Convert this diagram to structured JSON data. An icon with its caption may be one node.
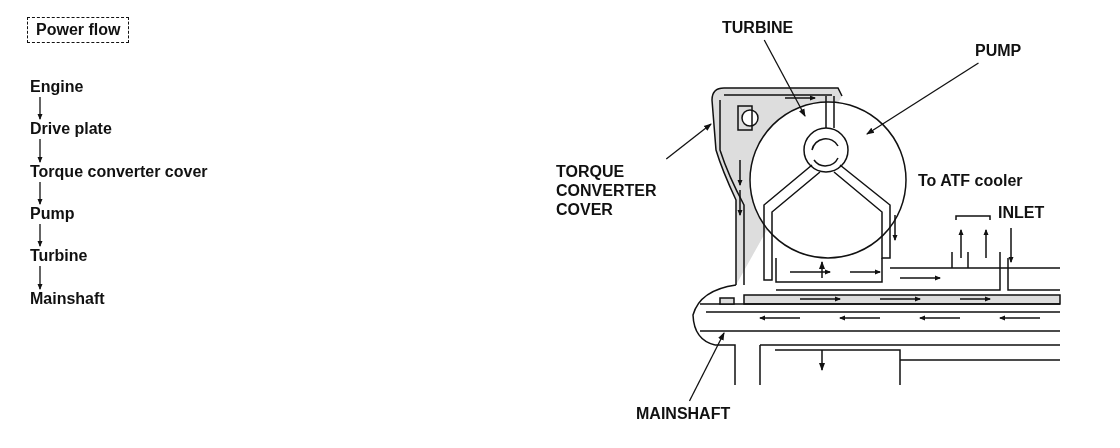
{
  "diagram": {
    "title": "Power flow",
    "nodes": [
      {
        "text": [
          "Engine"
        ]
      },
      {
        "text": [
          "Drive plate"
        ]
      },
      {
        "text": [
          "Torque converter cover"
        ]
      },
      {
        "text": [
          "Pump"
        ]
      },
      {
        "text": [
          "Turbine"
        ]
      },
      {
        "text": [
          "Mainshaft"
        ]
      },
      {
        "text": [
          "TURBINE"
        ]
      },
      {
        "text": [
          "PUMP"
        ]
      },
      {
        "text": [
          "TORQUE CONVERTER COVER"
        ]
      },
      {
        "text": [
          "MAINSHAFT"
        ]
      }
    ],
    "edges": [
      {
        "from": 0,
        "to": 1,
        "arrow": "to"
      },
      {
        "from": 1,
        "to": 2,
        "arrow": "to"
      },
      {
        "from": 2,
        "to": 3,
        "arrow": "to"
      },
      {
        "from": 3,
        "to": 4,
        "arrow": "to"
      },
      {
        "from": 4,
        "to": 5,
        "arrow": "to"
      },
      {
        "from": 6,
        "to": null,
        "arrow": "to"
      },
      {
        "from": 7,
        "to": null,
        "arrow": "to"
      },
      {
        "from": 8,
        "to": null,
        "arrow": "to"
      },
      {
        "from": 9,
        "to": null,
        "arrow": "to"
      }
    ],
    "labels": [
      "To ATF cooler",
      "INLET"
    ]
  }
}
